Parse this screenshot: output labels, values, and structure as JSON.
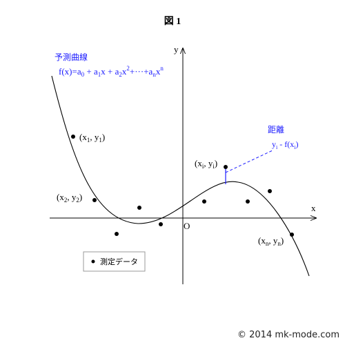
{
  "title": "図 1",
  "axes": {
    "x_label": "x",
    "y_label": "y",
    "origin_label": "O"
  },
  "model": {
    "label": "予測曲線",
    "formula": {
      "f": "f(",
      "x1": "x",
      "close_eq": ")=",
      "a0": "a",
      "a0_sub": "0",
      "plus1": " + ",
      "a1": "a",
      "a1_sub": "1",
      "x_a1": "x",
      "plus2": " + ",
      "a2": "a",
      "a2_sub": "2",
      "x_a2": "x",
      "x_a2_sup": "2",
      "plus_dots": "+···+",
      "an": "a",
      "an_sub": "n",
      "x_an": "x",
      "x_an_sup": "n"
    }
  },
  "distance": {
    "label": "距離",
    "expr": {
      "y": "y",
      "y_sub": "i",
      "minus": " - f(",
      "x": "x",
      "x_sub": "i",
      "close": ")"
    }
  },
  "point_labels": {
    "p1": {
      "open": "(x",
      "sub1": "1",
      "mid": ", y",
      "sub2": "1",
      "close": ")"
    },
    "p2": {
      "open": "(x",
      "sub1": "2",
      "mid": ", y",
      "sub2": "2",
      "close": ")"
    },
    "pi": {
      "open": "(x",
      "sub1": "i",
      "mid": ", y",
      "sub2": "i",
      "close": ")"
    },
    "pn": {
      "open": "(x",
      "sub1": "n",
      "mid": ", y",
      "sub2": "n",
      "close": ")"
    }
  },
  "legend": {
    "label": "測定データ"
  },
  "copyright": "© 2014 mk-mode.com",
  "colors": {
    "axis": "#000000",
    "curve": "#000000",
    "annotation": "#1a1aff",
    "points": "#000000"
  }
}
